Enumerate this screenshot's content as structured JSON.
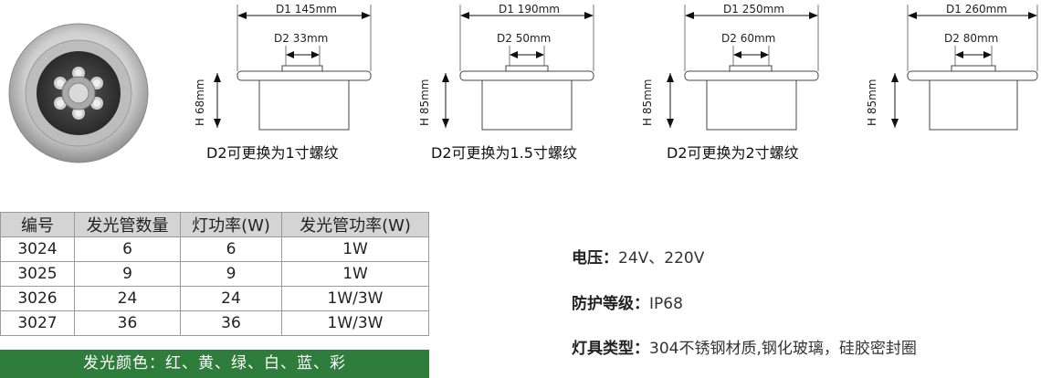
{
  "drawings": [
    {
      "d1": "D1  145mm",
      "d2": "D2  33mm",
      "h": "H  68mm",
      "caption": "D2可更换为1寸螺纹"
    },
    {
      "d1": "D1  190mm",
      "d2": "D2  50mm",
      "h": "H  85mm",
      "caption": "D2可更换为1.5寸螺纹"
    },
    {
      "d1": "D1  250mm",
      "d2": "D2  60mm",
      "h": "H  85mm",
      "caption": "D2可更换为2寸螺纹"
    },
    {
      "d1": "D1  260mm",
      "d2": "D2  80mm",
      "h": "H  85mm",
      "caption": ""
    }
  ],
  "table": {
    "headers": [
      "编号",
      "发光管数量",
      "灯功率(W)",
      "发光管功率(W)"
    ],
    "rows": [
      [
        "3024",
        "6",
        "6",
        "1W"
      ],
      [
        "3025",
        "9",
        "9",
        "1W"
      ],
      [
        "3026",
        "24",
        "24",
        "1W/3W"
      ],
      [
        "3027",
        "36",
        "36",
        "1W/3W"
      ]
    ]
  },
  "colors_line": "发光颜色：红、黄、绿、白、蓝、彩",
  "specs": [
    {
      "label": "电压：",
      "value": "24V、220V"
    },
    {
      "label": "防护等级：",
      "value": "IP68"
    },
    {
      "label": "灯具类型：",
      "value": "304不锈钢材质,钢化玻璃，硅胶密封圈"
    }
  ],
  "theme": {
    "bar_green": "#2e7d3c",
    "header_gray": "#d4d4d4"
  }
}
